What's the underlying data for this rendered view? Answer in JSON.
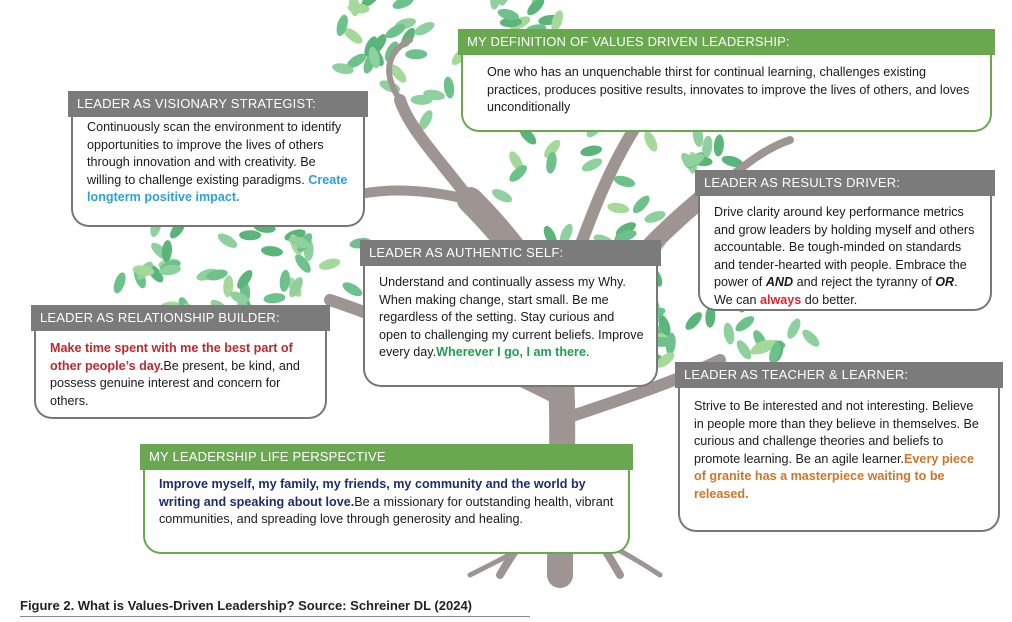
{
  "colors": {
    "header_gray": "#7b7b7b",
    "header_green": "#6aa84f",
    "trunk": "#9e9593",
    "leaf": "#6cc28a"
  },
  "definition": {
    "title": "MY DEFINITION OF VALUES DRIVEN LEADERSHIP:",
    "text": "One who has an unquenchable thirst for continual learning, challenges existing practices, produces positive results, innovates to improve the lives of others, and loves unconditionally"
  },
  "visionary": {
    "title": "LEADER AS VISIONARY STRATEGIST:",
    "text": "Continuously scan the environment to identify opportunities to improve the lives of others through innovation and with creativity. Be willing to challenge existing paradigms.",
    "highlight": "Create longterm positive impact."
  },
  "results": {
    "title": "LEADER AS RESULTS DRIVER:",
    "text1": "Drive clarity around key performance metrics and grow leaders by holding myself and others accountable. Be tough-minded on standards and tender-hearted with people. Embrace the power of ",
    "and": "AND",
    "text2": " and reject the tyranny of ",
    "or": "OR",
    "text3": ". We can ",
    "highlight": "always",
    "text4": " do better."
  },
  "authentic": {
    "title": "LEADER AS AUTHENTIC SELF:",
    "text": "Understand and continually assess my Why. When making change, start small. Be me regardless of the setting. Stay curious and open to challenging my current beliefs. Improve every day.",
    "highlight": "Wherever I go, I am there",
    "end": "."
  },
  "relationship": {
    "title": "LEADER AS RELATIONSHIP BUILDER:",
    "highlight": "Make time spent with me the best part of other people’s day.",
    "text": "Be present, be kind, and possess genuine interest and concern for others."
  },
  "teacher": {
    "title": "LEADER AS TEACHER & LEARNER:",
    "text": "Strive to Be interested and not interesting. Believe in people more than they believe in themselves. Be curious and challenge theories and beliefs to promote learning. Be an agile learner.",
    "highlight": "Every piece of granite has a masterpiece waiting to be released."
  },
  "life": {
    "title": "MY LEADERSHIP LIFE PERSPECTIVE",
    "highlight": "Improve myself, my family, my friends, my community and the world by writing and speaking about love.",
    "text": "Be a missionary for outstanding health, vibrant communities, and spreading love through generosity and healing."
  },
  "caption": "Figure 2. What is Values-Driven Leadership? Source: Schreiner DL (2024)"
}
